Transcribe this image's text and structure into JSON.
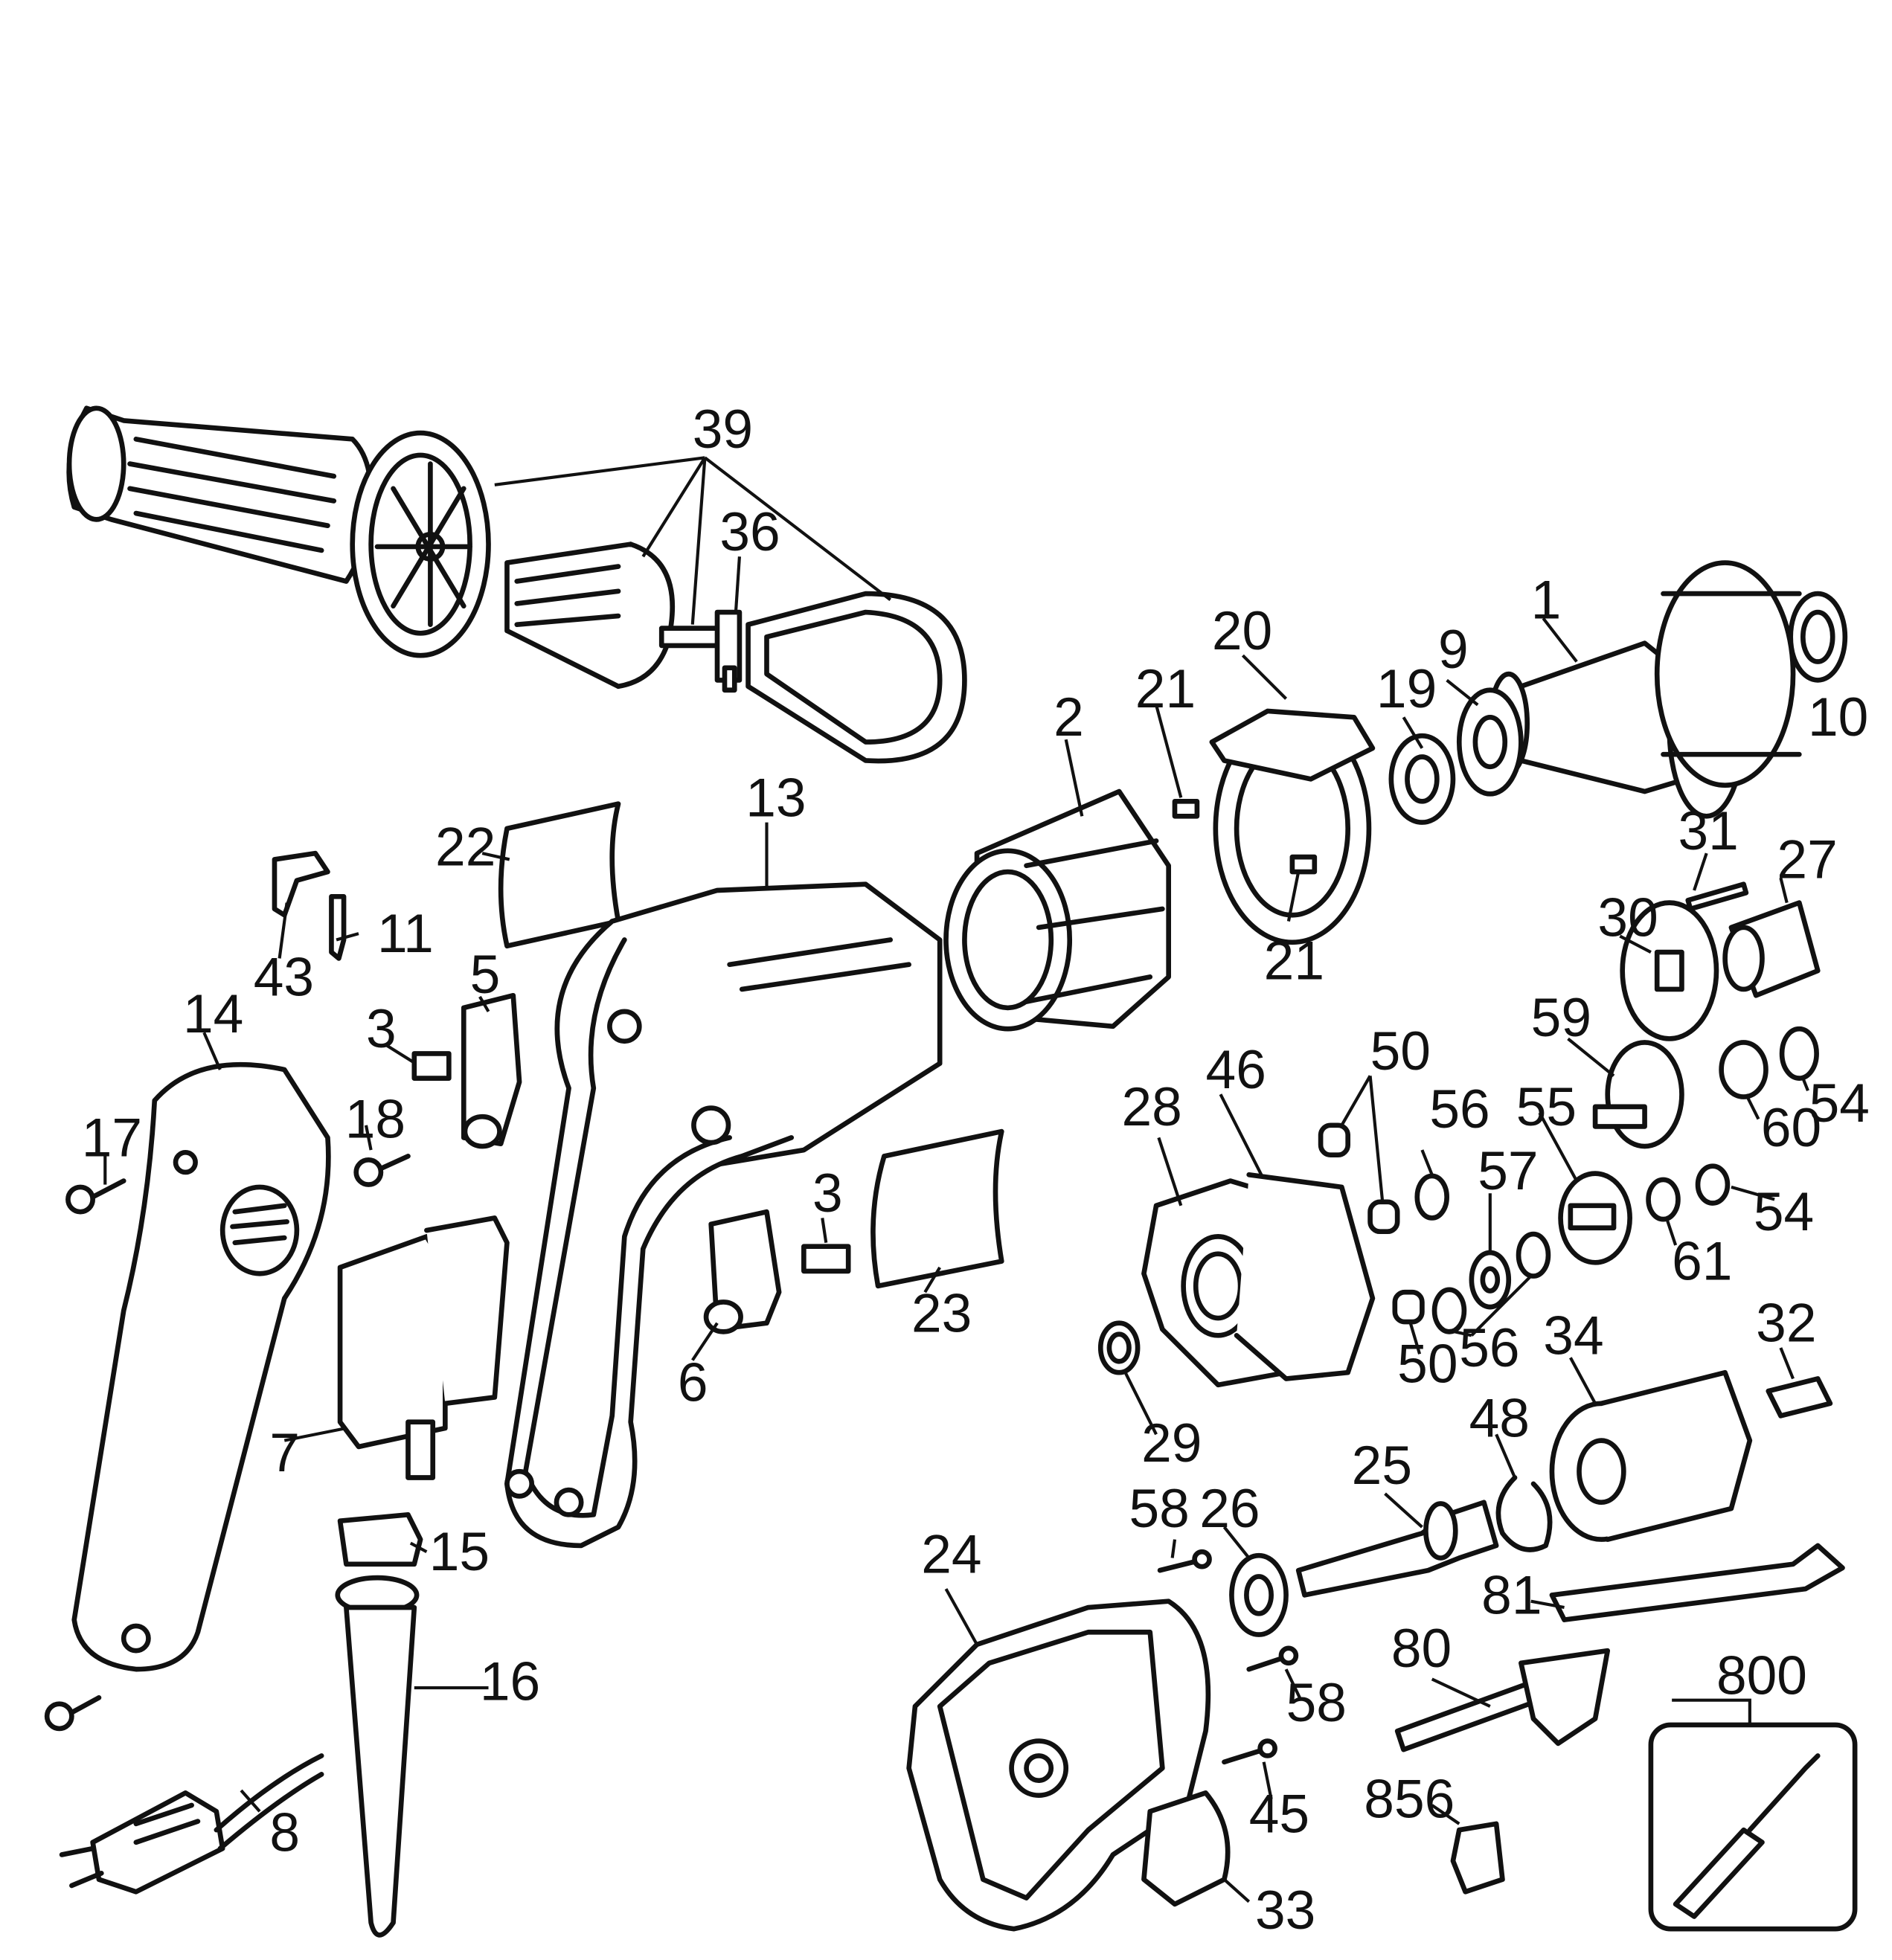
{
  "labels": {
    "p1": "1",
    "p2": "2",
    "p3a": "3",
    "p3b": "3",
    "p5": "5",
    "p6": "6",
    "p7": "7",
    "p8": "8",
    "p9": "9",
    "p10": "10",
    "p11": "11",
    "p13": "13",
    "p14": "14",
    "p15": "15",
    "p16": "16",
    "p17": "17",
    "p18": "18",
    "p19": "19",
    "p20": "20",
    "p21a": "21",
    "p21b": "21",
    "p22": "22",
    "p23": "23",
    "p24": "24",
    "p25": "25",
    "p26": "26",
    "p27": "27",
    "p28": "28",
    "p29": "29",
    "p30": "30",
    "p31": "31",
    "p32": "32",
    "p33": "33",
    "p34": "34",
    "p36": "36",
    "p39": "39",
    "p43": "43",
    "p45": "45",
    "p46": "46",
    "p48": "48",
    "p50a": "50",
    "p50b": "50",
    "p54a": "54",
    "p54b": "54",
    "p55": "55",
    "p56a": "56",
    "p56b": "56",
    "p57": "57",
    "p58a": "58",
    "p58b": "58",
    "p59": "59",
    "p60": "60",
    "p61": "61",
    "p80": "80",
    "p81": "81",
    "p800": "800",
    "p856": "856"
  }
}
